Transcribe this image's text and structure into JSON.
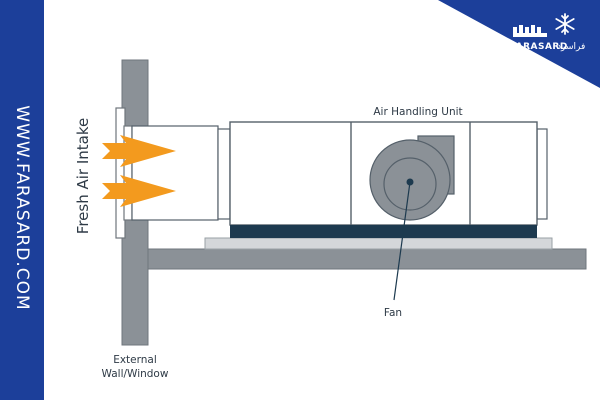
{
  "colors": {
    "brand_blue": "#1c3f9a",
    "wall": "#8b9197",
    "ahu_outline": "#55606a",
    "ahu_base": "#1d3a4f",
    "arrow_orange": "#f39a1e",
    "label_text": "#2e3a46"
  },
  "branding": {
    "site_url": "WWW.FARASARD.COM",
    "logo_text": "FARASARD",
    "logo_text_ar": "فراسرد",
    "logo_icon": "snowflake-icon"
  },
  "diagram": {
    "intake_label": "Fresh Air Intake",
    "wall_label_line1": "External",
    "wall_label_line2": "Wall/Window",
    "unit_label": "Air Handling Unit",
    "fan_label": "Fan",
    "intake_arrows": 2
  }
}
